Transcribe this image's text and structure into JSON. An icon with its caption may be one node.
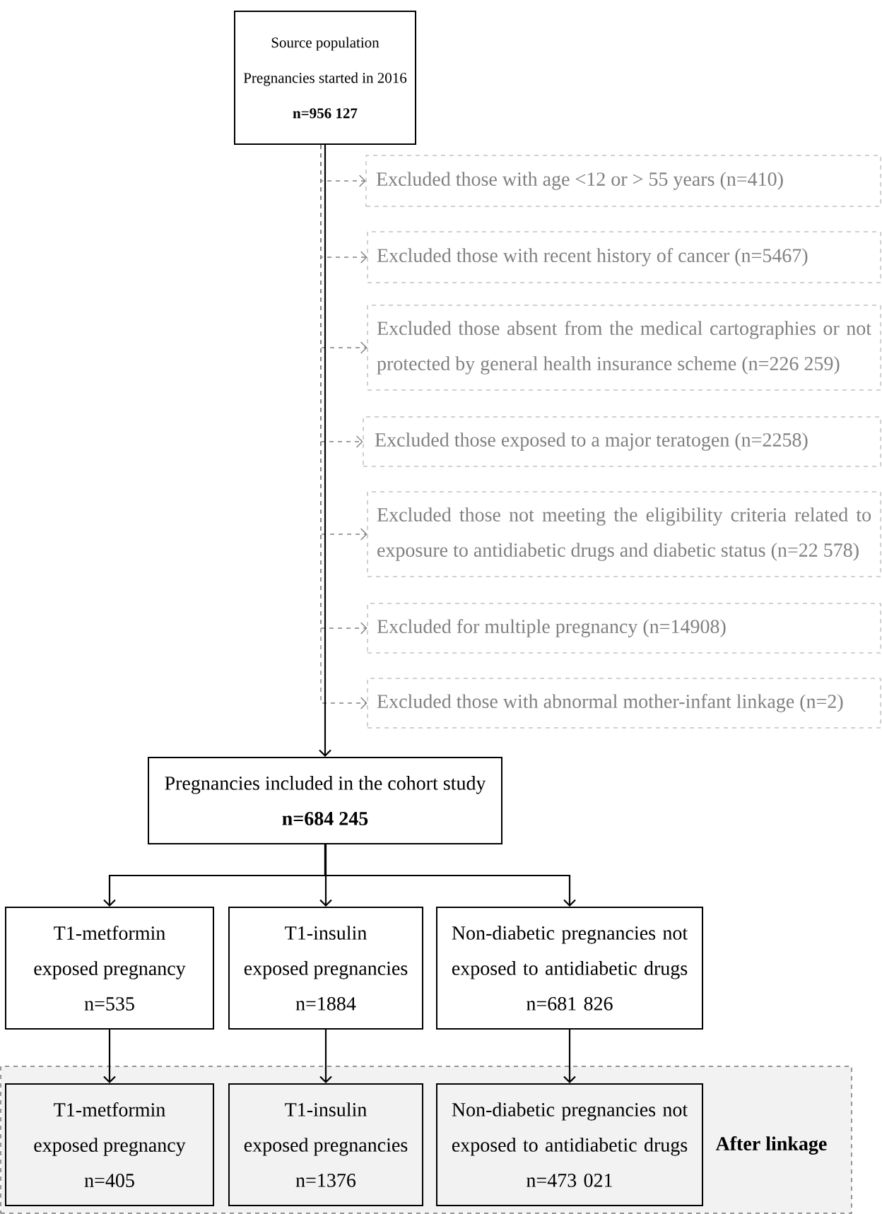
{
  "diagram": {
    "nodes": [
      {
        "text": [
          "Source population",
          "Pregnancies started in 2016",
          "n=956 127"
        ]
      },
      {
        "text": [
          "Excluded those with age <12  or > 55 years (n=410)"
        ]
      },
      {
        "text": [
          "Excluded those with recent history of cancer (n=5467)"
        ]
      },
      {
        "text": [
          "Excluded those absent from the medical cartographies or not protected by general health insurance scheme  (n=226  259)"
        ]
      },
      {
        "text": [
          "Excluded those exposed to a major teratogen (n=2258)"
        ]
      },
      {
        "text": [
          "Excluded those not meeting the eligibility criteria related to exposure to antidiabetic drugs and diabetic status (n=22 578)"
        ]
      },
      {
        "text": [
          "Excluded for multiple pregnancy (n=14908)"
        ]
      },
      {
        "text": [
          "Excluded those with abnormal mother-infant linkage (n=2)"
        ]
      },
      {
        "text": [
          "Pregnancies included in the cohort study",
          "n=684 245"
        ]
      },
      {
        "text": [
          "T1-metformin",
          "exposed pregnancy",
          "n=535"
        ]
      },
      {
        "text": [
          "T1-insulin",
          "exposed pregnancies",
          "n=1884"
        ]
      },
      {
        "text": [
          "Non-diabetic pregnancies not exposed to antidiabetic drugs",
          "n=681 826"
        ]
      },
      {
        "text": [
          "After linkage"
        ]
      },
      {
        "text": [
          "T1-metformin",
          "exposed pregnancy",
          "n=405"
        ],
        "in": 12
      },
      {
        "text": [
          "T1-insulin",
          "exposed pregnancies",
          "n=1376"
        ],
        "in": 12
      },
      {
        "text": [
          "Non-diabetic pregnancies not exposed to antidiabetic drugs",
          "n=473 021"
        ],
        "in": 12
      }
    ],
    "edges": [
      {
        "from": 0,
        "to": 1,
        "arrow": "to",
        "style": "dashed",
        "color": "#808080"
      },
      {
        "from": 0,
        "to": 2,
        "arrow": "to",
        "style": "dashed",
        "color": "#808080"
      },
      {
        "from": 0,
        "to": 3,
        "arrow": "to",
        "style": "dashed",
        "color": "#808080"
      },
      {
        "from": 0,
        "to": 4,
        "arrow": "to",
        "style": "dashed",
        "color": "#808080"
      },
      {
        "from": 0,
        "to": 5,
        "arrow": "to",
        "style": "dashed",
        "color": "#808080"
      },
      {
        "from": 0,
        "to": 6,
        "arrow": "to",
        "style": "dashed",
        "color": "#808080"
      },
      {
        "from": 0,
        "to": 7,
        "arrow": "to",
        "style": "dashed",
        "color": "#808080"
      },
      {
        "from": 0,
        "to": 8,
        "arrow": "to",
        "color": "#000000"
      },
      {
        "from": 8,
        "to": 9,
        "arrow": "to",
        "color": "#000000"
      },
      {
        "from": 8,
        "to": 10,
        "arrow": "to",
        "color": "#000000"
      },
      {
        "from": 8,
        "to": 11,
        "arrow": "to",
        "color": "#000000"
      },
      {
        "from": 9,
        "to": 13,
        "arrow": "to",
        "color": "#000000"
      },
      {
        "from": 10,
        "to": 14,
        "arrow": "to",
        "color": "#000000"
      },
      {
        "from": 11,
        "to": 15,
        "arrow": "to",
        "color": "#000000"
      }
    ]
  }
}
